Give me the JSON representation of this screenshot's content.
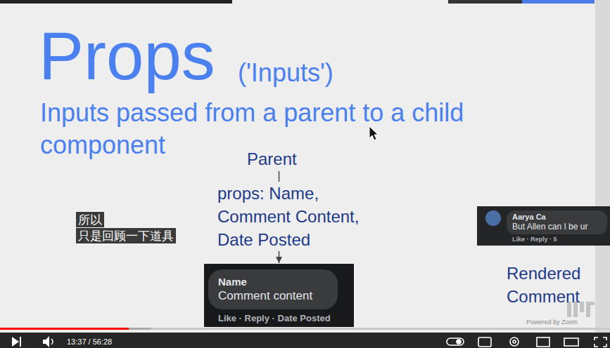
{
  "diagram": {
    "title": "Props",
    "nodes": [
      {
        "text": [
          "Parent"
        ]
      },
      {
        "text": [
          "所以 只是回顾一下道具"
        ]
      },
      {
        "text": [
          "Like · Reply · 5"
        ]
      },
      {
        "text": [
          "Aarya Ca",
          "But Allen can I be ur"
        ],
        "in": 2
      },
      {
        "text": [
          "Like · Reply · Date Posted"
        ]
      },
      {
        "text": [
          "Name",
          "Comment content"
        ],
        "in": 4
      }
    ],
    "edges": [
      {
        "from": 0,
        "to": 4,
        "arrow": "to",
        "label": "props: Name, Comment Content, Date Posted"
      }
    ],
    "labels": [
      "('Inputs')",
      "Inputs passed from a parent to a child component",
      "Rendered Comment",
      "Powered by Zoom",
      "13:37 / 56:28"
    ]
  }
}
